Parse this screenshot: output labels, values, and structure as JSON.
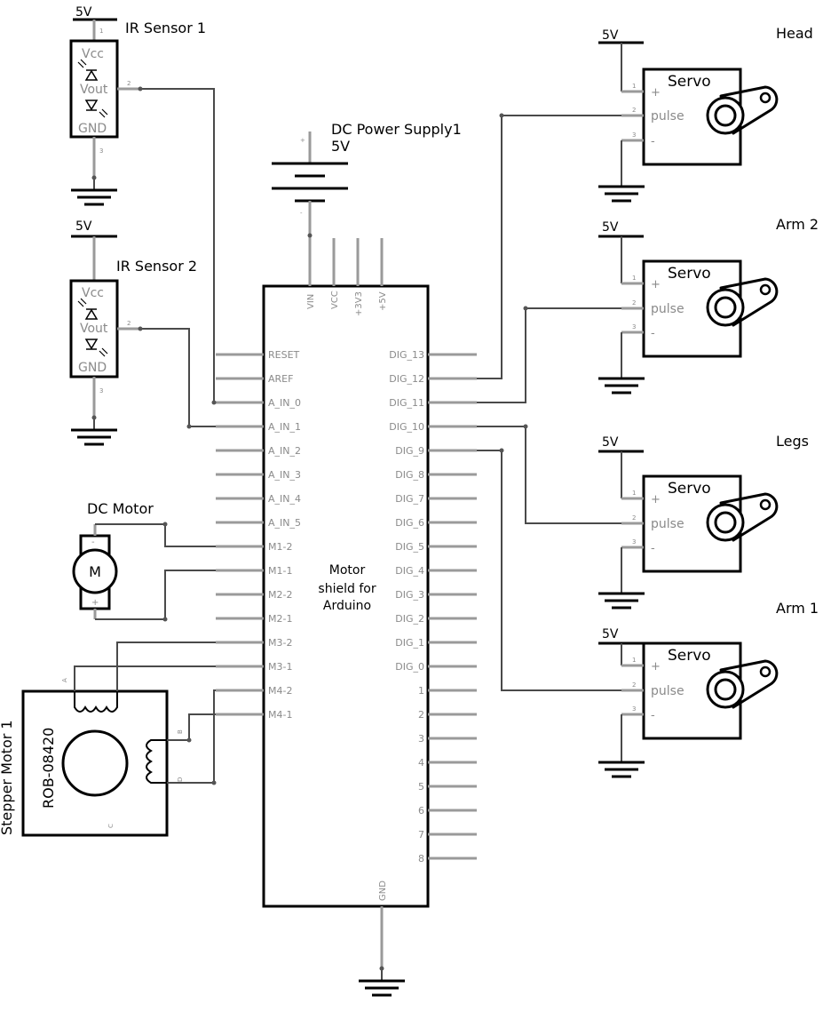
{
  "supply_label": "5V",
  "gnd_label": "GND",
  "arduino": {
    "title_lines": [
      "Motor",
      "shield for",
      "Arduino"
    ],
    "top_pins": [
      "VIN",
      "VCC",
      "+3V3",
      "+5V"
    ],
    "left_pins": [
      "RESET",
      "AREF",
      "A_IN_0",
      "A_IN_1",
      "A_IN_2",
      "A_IN_3",
      "A_IN_4",
      "A_IN_5",
      "M1-2",
      "M1-1",
      "M2-2",
      "M2-1",
      "M3-2",
      "M3-1",
      "M4-2",
      "M4-1"
    ],
    "right_pins": [
      "DIG_13",
      "DIG_12",
      "DIG_11",
      "DIG_10",
      "DIG_9",
      "DIG_8",
      "DIG_7",
      "DIG_6",
      "DIG_5",
      "DIG_4",
      "DIG_3",
      "DIG_2",
      "DIG_1",
      "DIG_0",
      "1",
      "2",
      "3",
      "4",
      "5",
      "6",
      "7",
      "8"
    ],
    "bottom_pin": "GND"
  },
  "ir_sensors": [
    {
      "title": "IR Sensor 1",
      "vcc": "Vcc",
      "vout": "Vout",
      "gnd": "GND"
    },
    {
      "title": "IR Sensor 2",
      "vcc": "Vcc",
      "vout": "Vout",
      "gnd": "GND"
    }
  ],
  "power_supply": {
    "title": "DC Power Supply1",
    "voltage": "5V",
    "plus": "+",
    "minus": "-"
  },
  "dc_motor": {
    "title": "DC Motor",
    "symbol": "M",
    "plus": "+",
    "minus": "-"
  },
  "stepper": {
    "title": "Stepper Motor 1",
    "part": "ROB-08420",
    "coil_labels": [
      "A",
      "B",
      "C",
      "D"
    ]
  },
  "servos": [
    {
      "name": "Head",
      "title": "Servo",
      "plus": "+",
      "pulse": "pulse",
      "minus": "-"
    },
    {
      "name": "Arm 2",
      "title": "Servo",
      "plus": "+",
      "pulse": "pulse",
      "minus": "-"
    },
    {
      "name": "Legs",
      "title": "Servo",
      "plus": "+",
      "pulse": "pulse",
      "minus": "-"
    },
    {
      "name": "Arm 1",
      "title": "Servo",
      "plus": "+",
      "pulse": "pulse",
      "minus": "-"
    }
  ],
  "pin_numbers": [
    "1",
    "2",
    "3"
  ]
}
